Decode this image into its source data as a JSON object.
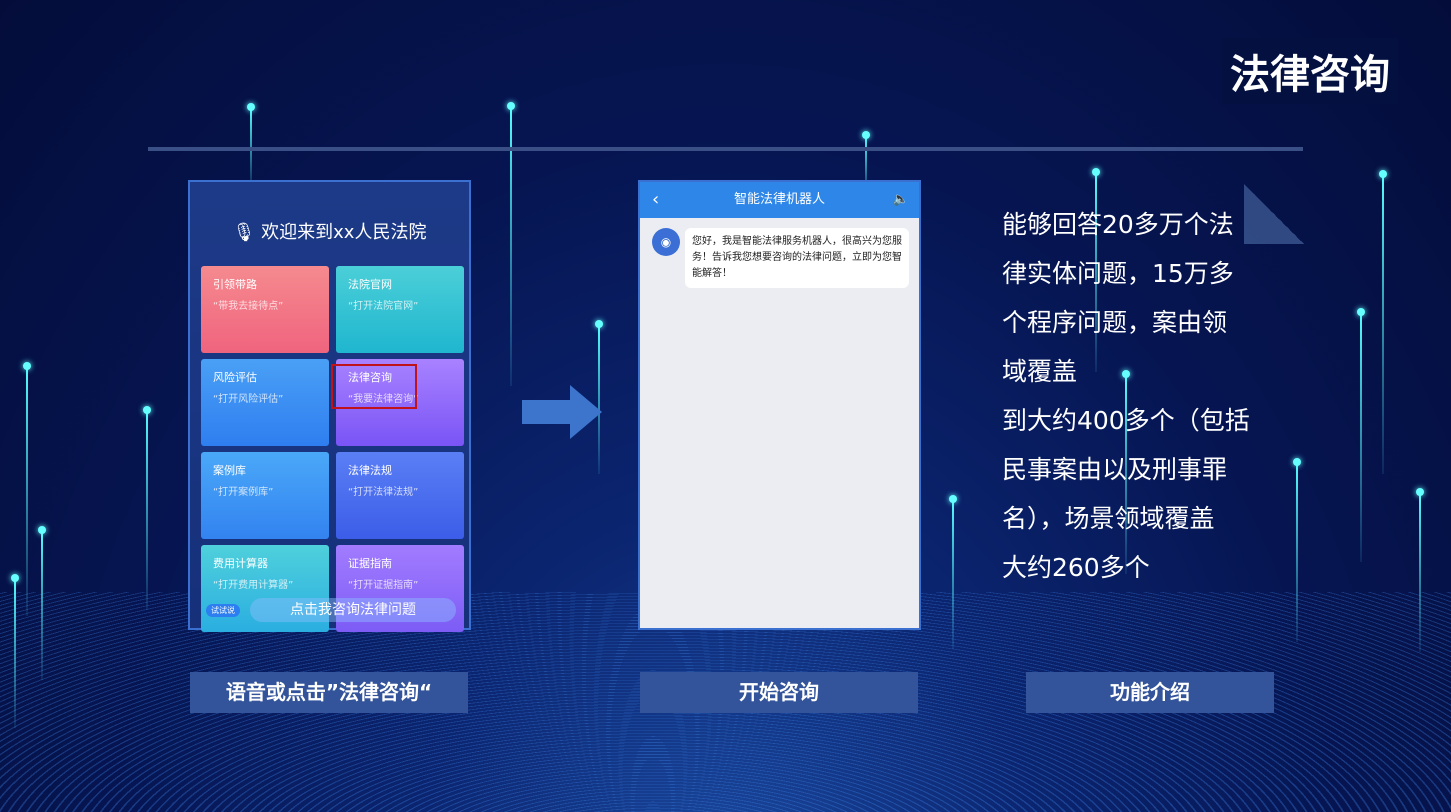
{
  "title": "法律咨询",
  "phone1": {
    "welcome": "欢迎来到xx人民法院",
    "tiles": [
      {
        "title": "引领带路",
        "sub": "“带我去接待点”"
      },
      {
        "title": "法院官网",
        "sub": "“打开法院官网”"
      },
      {
        "title": "风险评估",
        "sub": "“打开风险评估”"
      },
      {
        "title": "法律咨询",
        "sub": "“我要法律咨询”"
      },
      {
        "title": "案例库",
        "sub": "“打开案例库”"
      },
      {
        "title": "法律法规",
        "sub": "“打开法律法规”"
      },
      {
        "title": "费用计算器",
        "sub": "“打开费用计算器”"
      },
      {
        "title": "证据指南",
        "sub": "“打开证据指南”"
      }
    ],
    "try_label": "试试说",
    "ask_button": "点击我咨询法律问题"
  },
  "phone2": {
    "header": "智能法律机器人",
    "back": "‹",
    "sound": "🔈",
    "message": "您好，我是智能法律服务机器人，很高兴为您服务！告诉我您想要咨询的法律问题，立即为您智能解答！"
  },
  "description": [
    "能够回答20多万个法",
    "律实体问题，15万多",
    "个程序问题，案由领",
    "域覆盖",
    "到大约400多个（包括",
    "民事案由以及刑事罪",
    "名），场景领域覆盖",
    "大约260多个"
  ],
  "labels": [
    "语音或点击”法律咨询“",
    "开始咨询",
    "功能介绍"
  ]
}
